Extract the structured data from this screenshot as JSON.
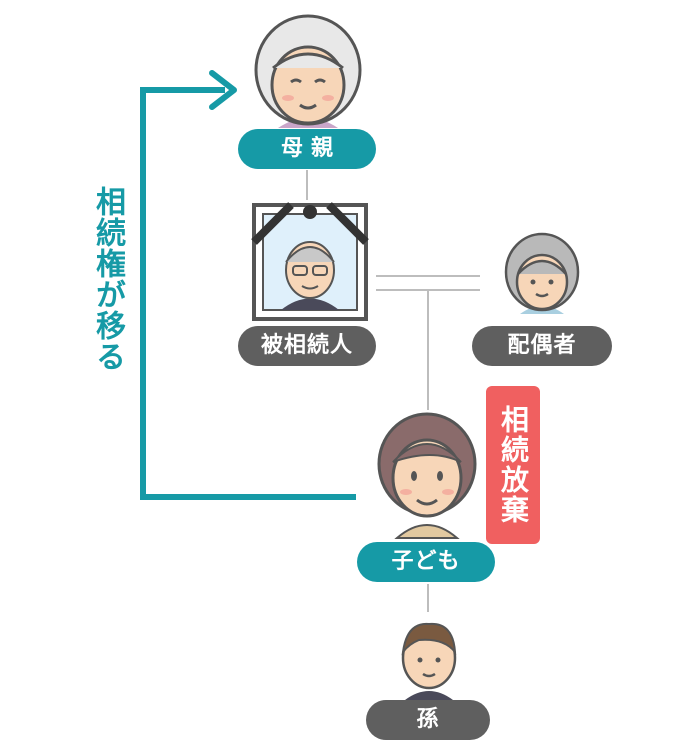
{
  "colors": {
    "teal": "#169aa6",
    "dark_gray": "#5f5f5f",
    "red": "#f06060",
    "line": "#bdbdbd"
  },
  "people": {
    "mother": {
      "label": "母親",
      "icon": "elderly-woman-icon"
    },
    "deceased": {
      "label": "被相続人",
      "icon": "memorial-portrait-icon"
    },
    "spouse": {
      "label": "配偶者",
      "icon": "elderly-woman-icon"
    },
    "child": {
      "label": "子ども",
      "icon": "woman-icon"
    },
    "grandchild": {
      "label": "孫",
      "icon": "boy-icon"
    }
  },
  "badges": {
    "renounce": "相続放棄"
  },
  "annotations": {
    "transfer": "相続権が移る"
  }
}
